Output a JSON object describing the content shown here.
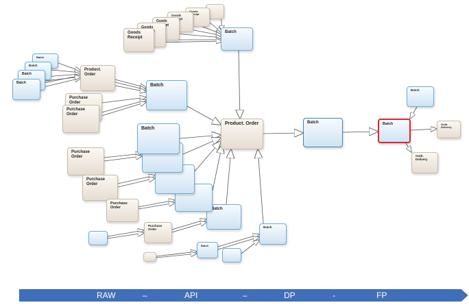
{
  "labels": {
    "batch": "Batch",
    "product_order": "Product. Order",
    "purchase_order": "Purchase Order",
    "goods_receipt": "Goods Receipt",
    "outb_delivery": "Outb. Delivery"
  },
  "banner": {
    "stages": [
      "RAW",
      "–",
      "API",
      "–",
      "DP",
      "-",
      "FP"
    ],
    "color": "#3f6fb9"
  },
  "colors": {
    "batch_border": "#6aaed8",
    "order_border": "#c8bcaa",
    "selected_border": "#d8262d",
    "edge": "#555555"
  }
}
